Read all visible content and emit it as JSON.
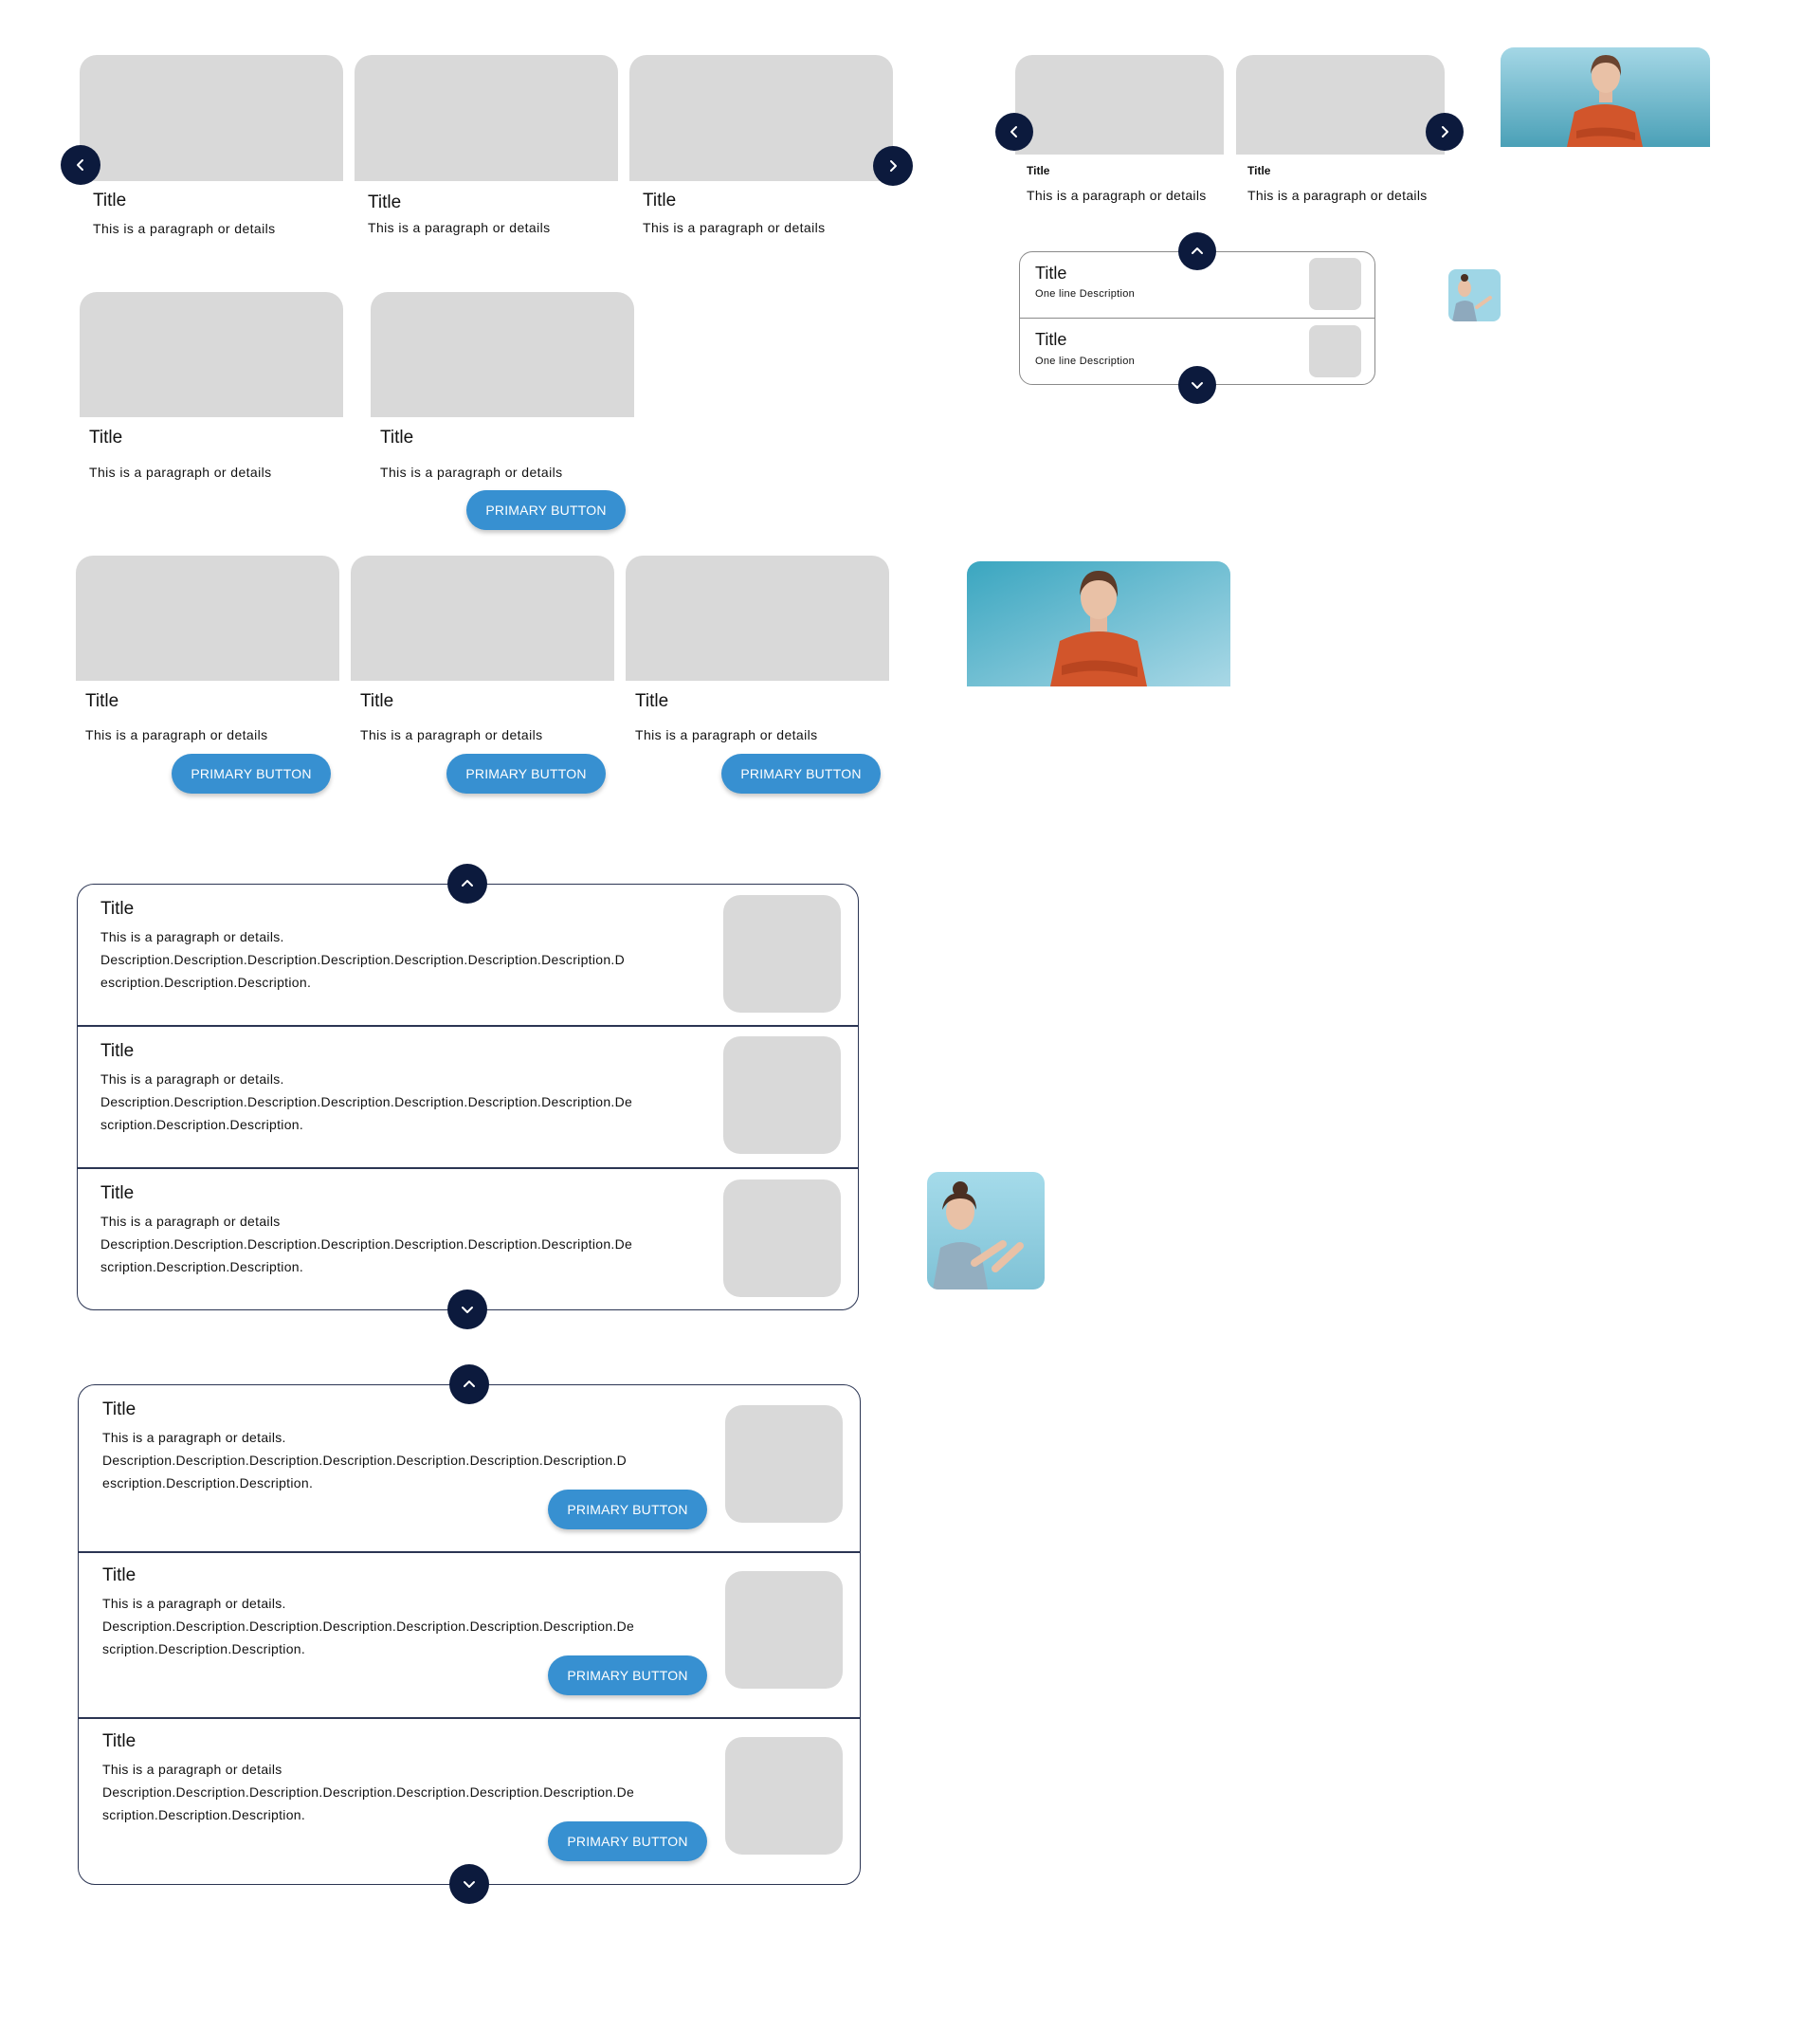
{
  "carousel_top": {
    "cards": [
      {
        "title": "Title",
        "text": "This is a paragraph or details"
      },
      {
        "title": "Title",
        "text": "This is a paragraph or details"
      },
      {
        "title": "Title",
        "text": "This is a paragraph or details"
      }
    ]
  },
  "two_cards": {
    "cards": [
      {
        "title": "Title",
        "text": "This is a paragraph or details"
      },
      {
        "title": "Title",
        "text": "This is a paragraph or details"
      }
    ],
    "button": "PRIMARY BUTTON"
  },
  "three_cards": {
    "cards": [
      {
        "title": "Title",
        "text": "This is a paragraph or details",
        "button": "PRIMARY BUTTON"
      },
      {
        "title": "Title",
        "text": "This is a paragraph or details",
        "button": "PRIMARY BUTTON"
      },
      {
        "title": "Title",
        "text": "This is a paragraph or details",
        "button": "PRIMARY BUTTON"
      }
    ]
  },
  "list_panel": {
    "rows": [
      {
        "title": "Title",
        "text": "This is a paragraph or details.\nDescription.Description.Description.Description.Description.Description.Description.D\nescription.Description.Description."
      },
      {
        "title": "Title",
        "text": "This is a paragraph or details.\nDescription.Description.Description.Description.Description.Description.Description.De\nscription.Description.Description."
      },
      {
        "title": "Title",
        "text": "This is a paragraph or details\nDescription.Description.Description.Description.Description.Description.Description.De\nscription.Description.Description."
      }
    ]
  },
  "list_panel_buttons": {
    "rows": [
      {
        "title": "Title",
        "text": "This is a paragraph or details.\nDescription.Description.Description.Description.Description.Description.Description.D\nescription.Description.Description.",
        "button": "PRIMARY BUTTON"
      },
      {
        "title": "Title",
        "text": "This is a paragraph or details.\nDescription.Description.Description.Description.Description.Description.Description.De\nscription.Description.Description.",
        "button": "PRIMARY BUTTON"
      },
      {
        "title": "Title",
        "text": "This is a paragraph or details\nDescription.Description.Description.Description.Description.Description.Description.De\nscription.Description.Description.",
        "button": "PRIMARY BUTTON"
      }
    ]
  },
  "mini_carousel": {
    "cards": [
      {
        "title": "Title",
        "text": "This is a paragraph or details"
      },
      {
        "title": "Title",
        "text": "This is a paragraph or details"
      }
    ]
  },
  "small_list": {
    "rows": [
      {
        "title": "Title",
        "text": "One line Description"
      },
      {
        "title": "Title",
        "text": "One line Description"
      }
    ]
  },
  "colors": {
    "accent": "#3790d1",
    "nav": "#0c1a3d",
    "placeholder": "#d9d9d9",
    "border": "#2b3553"
  },
  "icons": [
    "chevron-left-icon",
    "chevron-right-icon",
    "chevron-up-icon",
    "chevron-down-icon"
  ]
}
